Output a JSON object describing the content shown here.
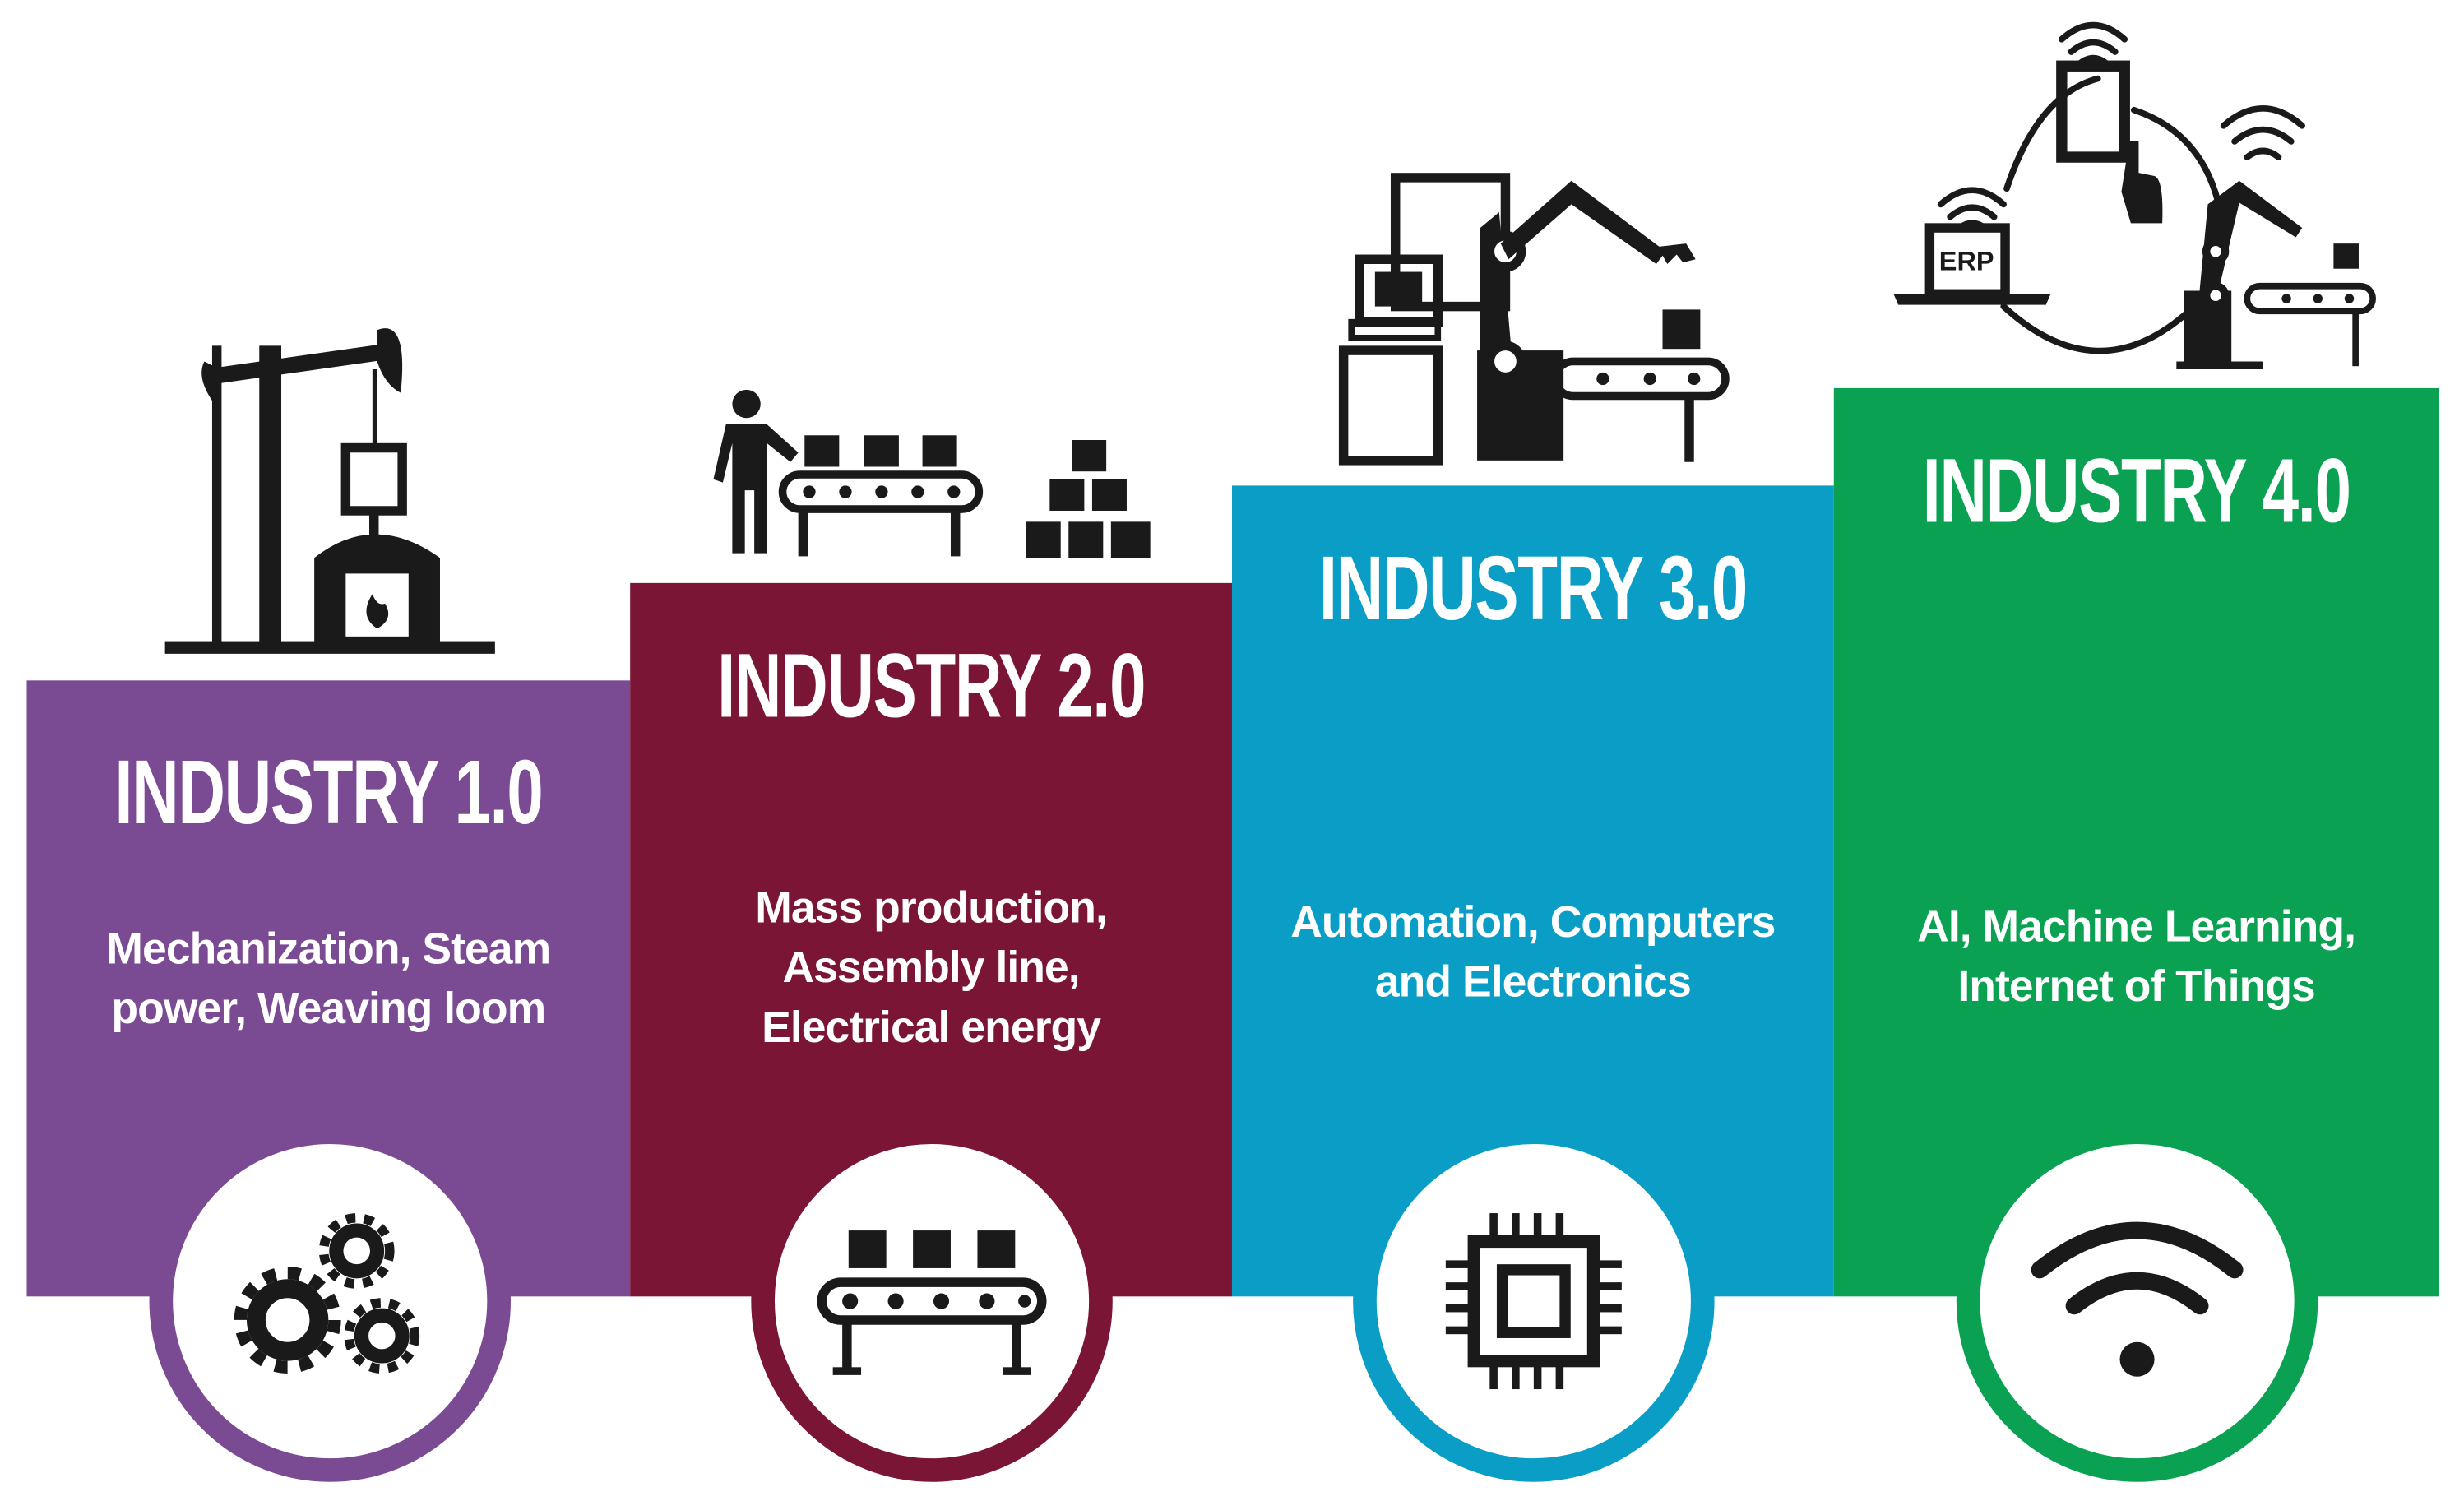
{
  "stages": [
    {
      "title": "INDUSTRY 1.0",
      "description_lines": [
        "Mechanization, Steam",
        "power, Weaving loom"
      ],
      "color": "#7a4a93",
      "icon": "gears-icon",
      "illustration": "steam-engine-icon"
    },
    {
      "title": "INDUSTRY 2.0",
      "description_lines": [
        "Mass production,",
        "Assembly line,",
        "Electrical energy"
      ],
      "color": "#7b1535",
      "icon": "conveyor-belt-icon",
      "illustration": "assembly-line-worker-icon"
    },
    {
      "title": "INDUSTRY 3.0",
      "description_lines": [
        "Automation, Computers",
        "and Electronics"
      ],
      "color": "#0a9ec6",
      "icon": "microchip-icon",
      "illustration": "robot-arm-computer-icon"
    },
    {
      "title": "INDUSTRY 4.0",
      "description_lines": [
        "AI, Machine Learning,",
        "Internet of Things"
      ],
      "color": "#0aa152",
      "icon": "wifi-icon",
      "illustration": "iot-network-icon"
    }
  ],
  "iot_label": "ERP"
}
